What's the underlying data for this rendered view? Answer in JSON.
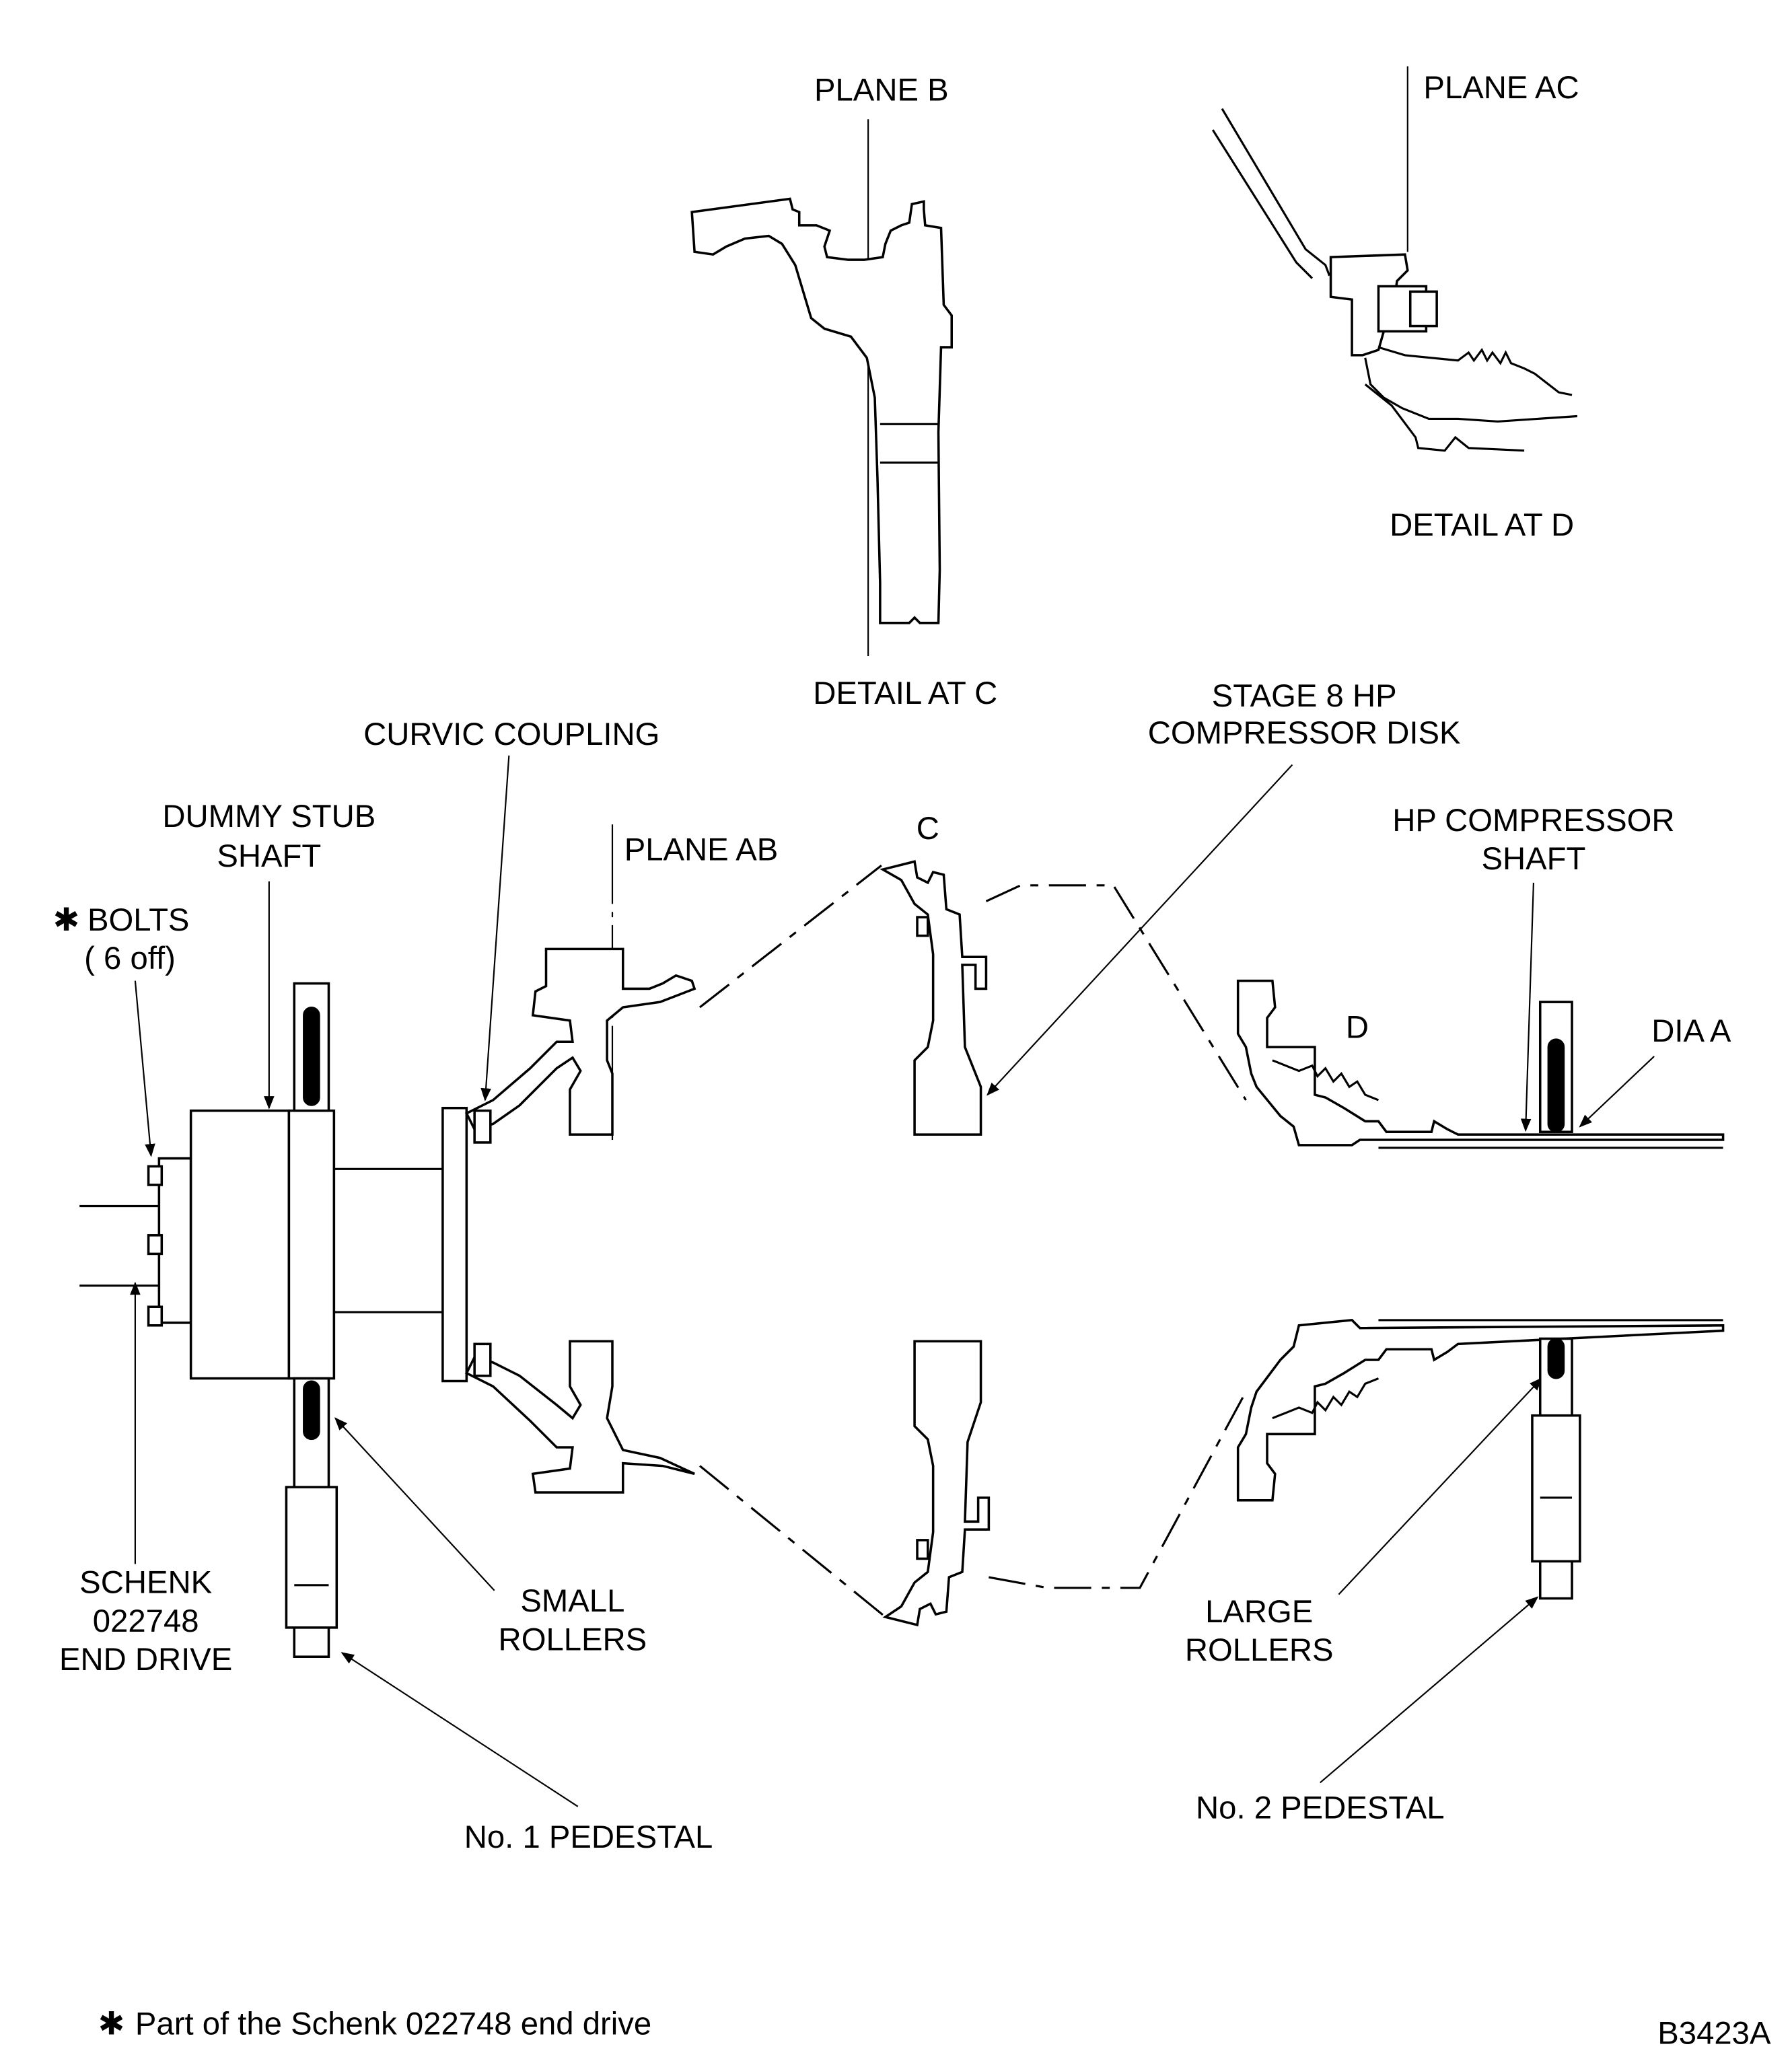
{
  "figure_id": "B3423A",
  "footnote": {
    "symbol": "✱",
    "text": "Part of the Schenk 022748 end drive"
  },
  "detail_views": {
    "detail_c": {
      "title": "DETAIL AT C",
      "plane_label": "PLANE B"
    },
    "detail_d": {
      "title": "DETAIL AT D",
      "plane_label": "PLANE AC"
    }
  },
  "callouts": {
    "curvic_coupling": "CURVIC COUPLING",
    "dummy_stub_shaft": [
      "DUMMY STUB",
      "SHAFT"
    ],
    "bolts": {
      "symbol": "✱",
      "line1": "BOLTS",
      "line2": "( 6 off)"
    },
    "plane_ab": "PLANE AB",
    "marker_c": "C",
    "marker_d": "D",
    "stage8_disk": [
      "STAGE 8 HP",
      "COMPRESSOR DISK"
    ],
    "hp_compressor_shaft": [
      "HP COMPRESSOR",
      "SHAFT"
    ],
    "dia_a": "DIA A",
    "schenk_end_drive": [
      "SCHENK",
      "022748",
      "END DRIVE"
    ],
    "small_rollers": [
      "SMALL",
      "ROLLERS"
    ],
    "large_rollers": [
      "LARGE",
      "ROLLERS"
    ],
    "no1_pedestal": "No. 1 PEDESTAL",
    "no2_pedestal": "No. 2 PEDESTAL"
  }
}
